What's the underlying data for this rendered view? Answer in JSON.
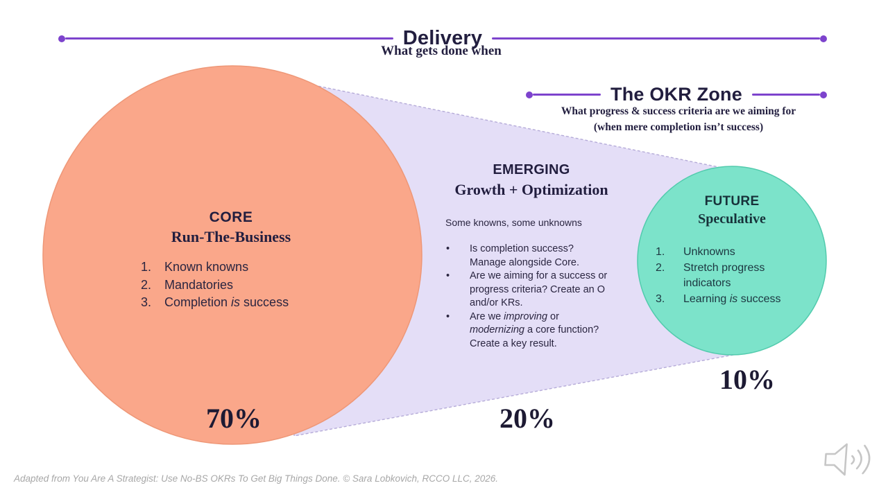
{
  "delivery": {
    "title": "Delivery",
    "subtitle": "What gets done when"
  },
  "okr_zone": {
    "title": "The OKR Zone",
    "subtitle_line1": "What progress & success criteria are we aiming for",
    "subtitle_line2": "(when mere completion isn’t success)"
  },
  "core": {
    "heading": "CORE",
    "subheading": "Run-The-Business",
    "items": [
      {
        "num": "1.",
        "pre": "Known knowns",
        "em": "",
        "post": ""
      },
      {
        "num": "2.",
        "pre": "Mandatories",
        "em": "",
        "post": ""
      },
      {
        "num": "3.",
        "pre": "Completion ",
        "em": "is",
        "post": " success"
      }
    ],
    "percent": "70%"
  },
  "emerging": {
    "heading": "EMERGING",
    "subheading": "Growth + Optimization",
    "note": "Some knowns, some unknowns",
    "bullets": [
      {
        "pre": "Is completion success?\nManage alongside Core.",
        "em1": "",
        "mid": "",
        "em2": "",
        "post": ""
      },
      {
        "pre": "Are we aiming for a success or\nprogress criteria? Create an O\nand/or KRs.",
        "em1": "",
        "mid": "",
        "em2": "",
        "post": ""
      },
      {
        "pre": "Are we ",
        "em1": "improving",
        "mid": " or\n",
        "em2": "modernizing",
        "post": " a core function?\nCreate a key result."
      }
    ],
    "percent": "20%"
  },
  "future": {
    "heading": "FUTURE",
    "subheading": "Speculative",
    "items": [
      {
        "num": "1.",
        "pre": "Unknowns",
        "em": "",
        "post": ""
      },
      {
        "num": "2.",
        "pre": "Stretch progress\nindicators",
        "em": "",
        "post": ""
      },
      {
        "num": "3.",
        "pre": "Learning ",
        "em": "is",
        "post": " success"
      }
    ],
    "percent": "10%"
  },
  "footer": {
    "attribution": "Adapted from You Are A Strategist: Use No-BS OKRs To Get Big Things Done. © Sara Lobkovich, RCCO LLC, 2026."
  },
  "icons": {
    "audio": "speaker-icon"
  },
  "colors": {
    "accent_purple": "#7d43cd",
    "core_fill": "#faa78a",
    "core_stroke": "#ee9777",
    "beam_fill": "#e4def7",
    "beam_stroke": "#b5abd8",
    "future_fill": "#7ce3ca",
    "future_stroke": "#52cbad",
    "heading_ink": "#221e3f",
    "footer_gray": "#a7a7a7"
  }
}
